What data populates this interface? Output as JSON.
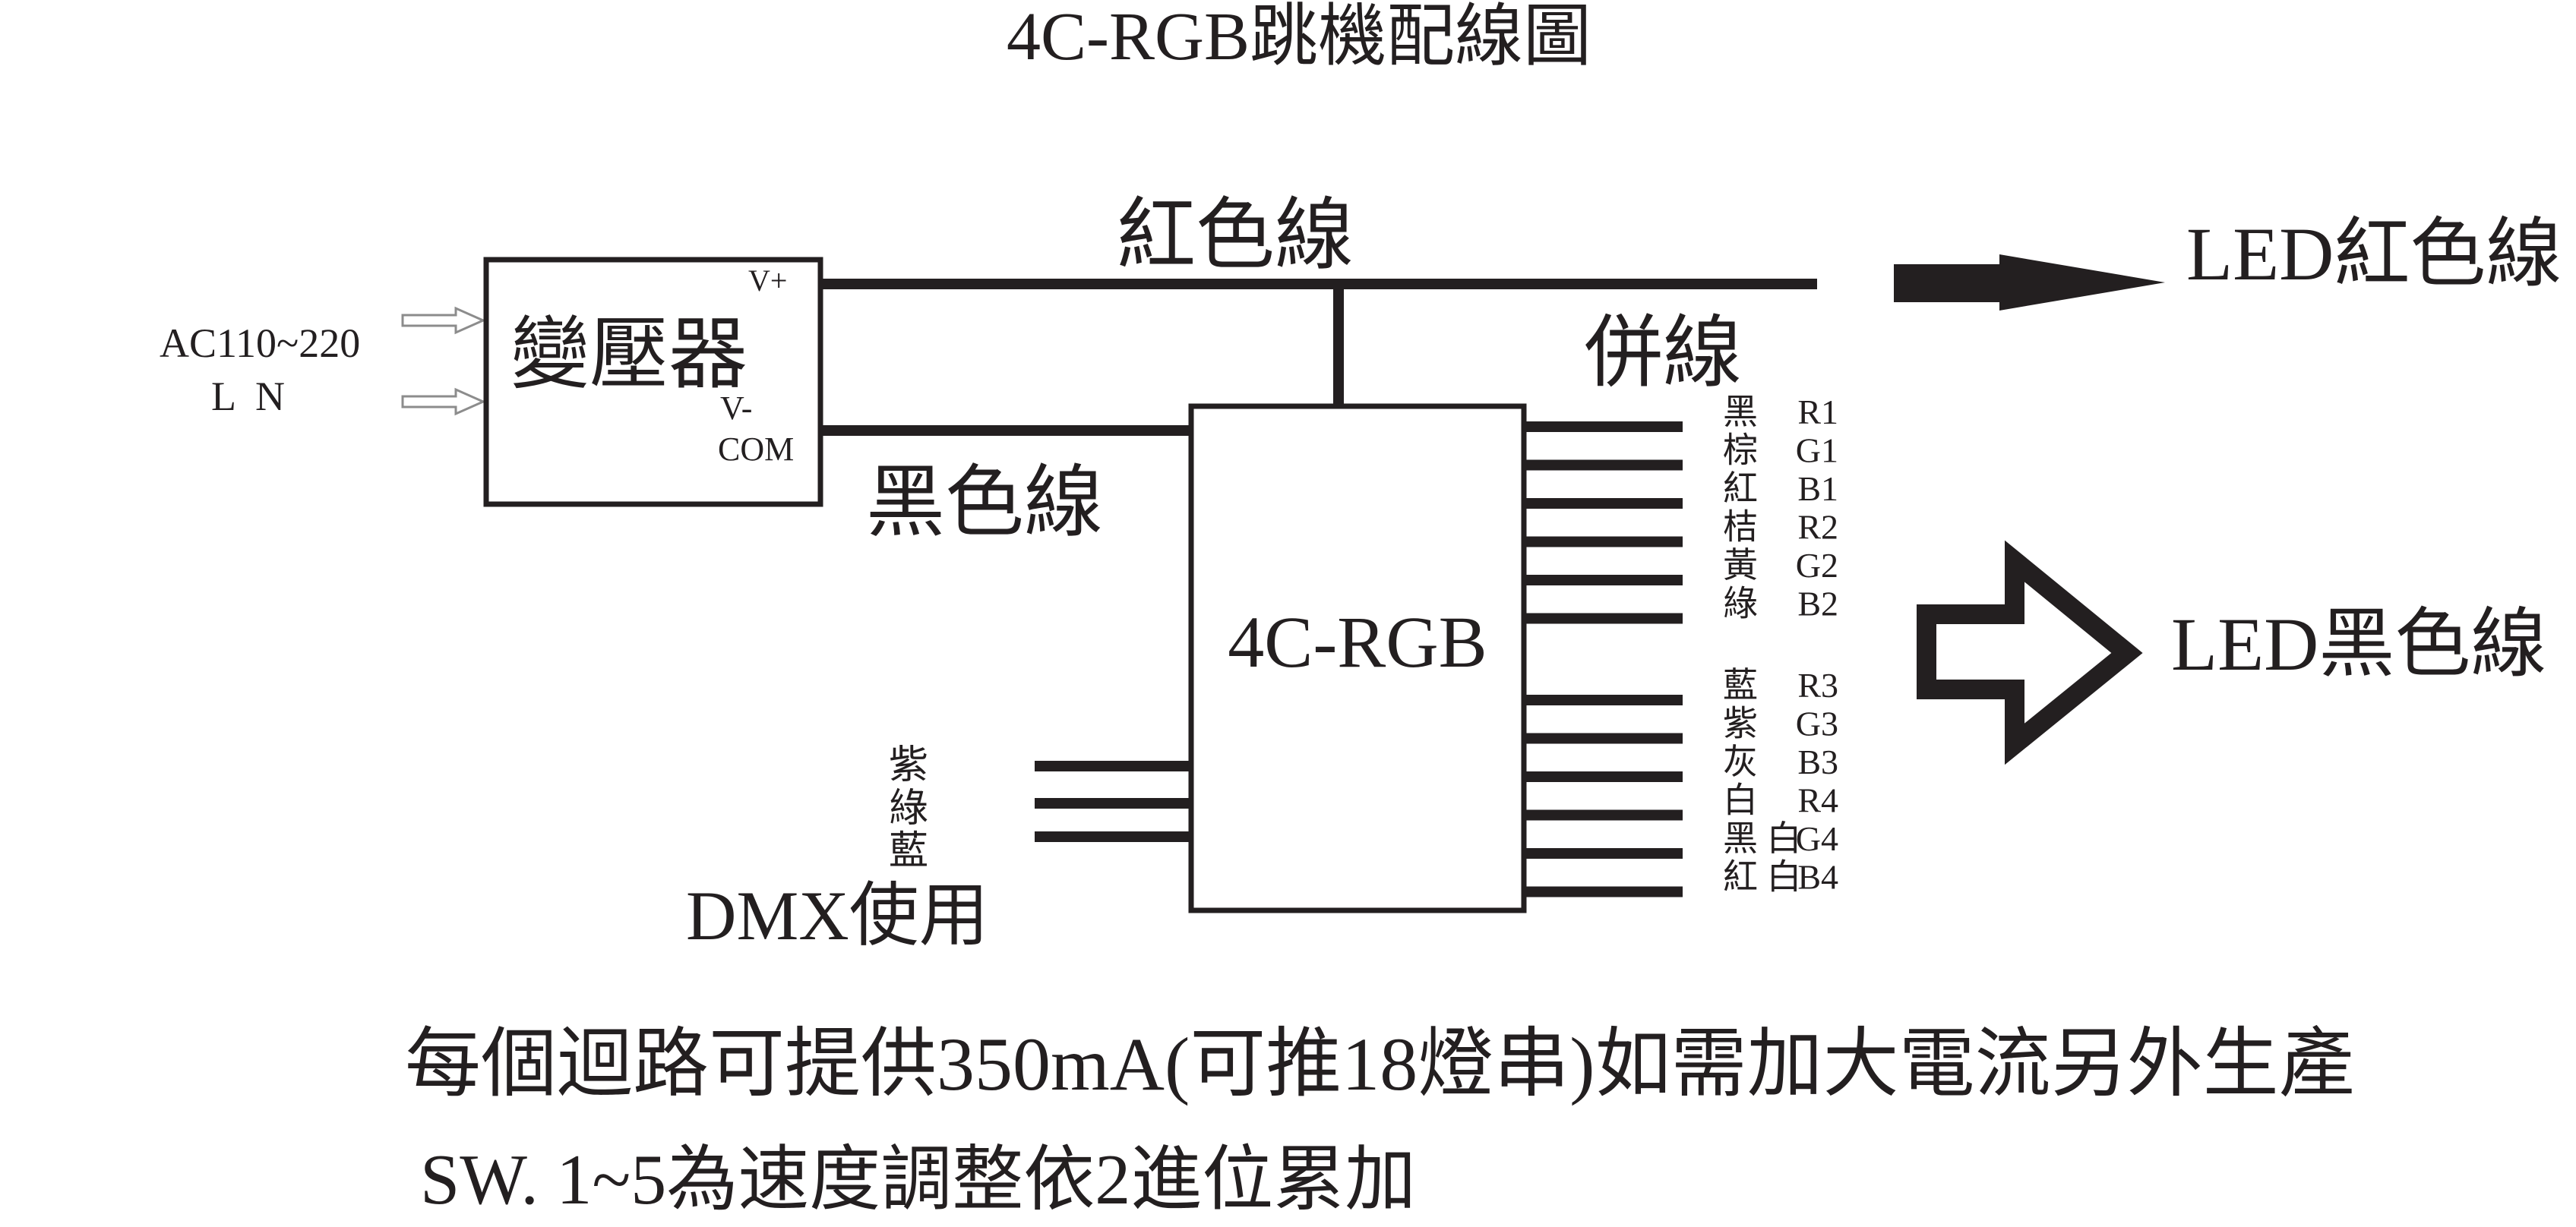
{
  "title": "4C-RGB跳機配線圖",
  "power_input": {
    "label_line1": "AC110~220",
    "label_line2": "L  N"
  },
  "transformer": {
    "label": "變壓器",
    "terminal_pos": "V+",
    "terminal_neg_1": "V-",
    "terminal_neg_2": "COM"
  },
  "wires": {
    "red_wire": "紅色線",
    "black_wire": "黑色線",
    "parallel_wire": "併線"
  },
  "controller": {
    "label": "4C-RGB"
  },
  "output_channels": [
    {
      "color": "黑",
      "channel": "R1"
    },
    {
      "color": "棕",
      "channel": "G1"
    },
    {
      "color": "紅",
      "channel": "B1"
    },
    {
      "color": "桔",
      "channel": "R2"
    },
    {
      "color": "黃",
      "channel": "G2"
    },
    {
      "color": "綠",
      "channel": "B2"
    },
    {
      "color": "藍",
      "channel": "R3"
    },
    {
      "color": "紫",
      "channel": "G3"
    },
    {
      "color": "灰",
      "channel": "B3"
    },
    {
      "color": "白",
      "channel": "R4"
    },
    {
      "color": "黑 白",
      "channel": "G4"
    },
    {
      "color": "紅 白",
      "channel": "B4"
    }
  ],
  "dmx": {
    "wire_colors": [
      "紫",
      "綠",
      "藍"
    ],
    "label": "DMX使用"
  },
  "led_outputs": {
    "red_label": "LED紅色線",
    "black_label": "LED黑色線"
  },
  "notes": {
    "line1": "每個迴路可提供350mA(可推18燈串)如需加大電流另外生產",
    "line2": "SW. 1~5為速度調整依2進位累加"
  },
  "colors": {
    "ink": "#231f20",
    "arrow_outline": "#8c8c8c",
    "background": "#ffffff"
  }
}
